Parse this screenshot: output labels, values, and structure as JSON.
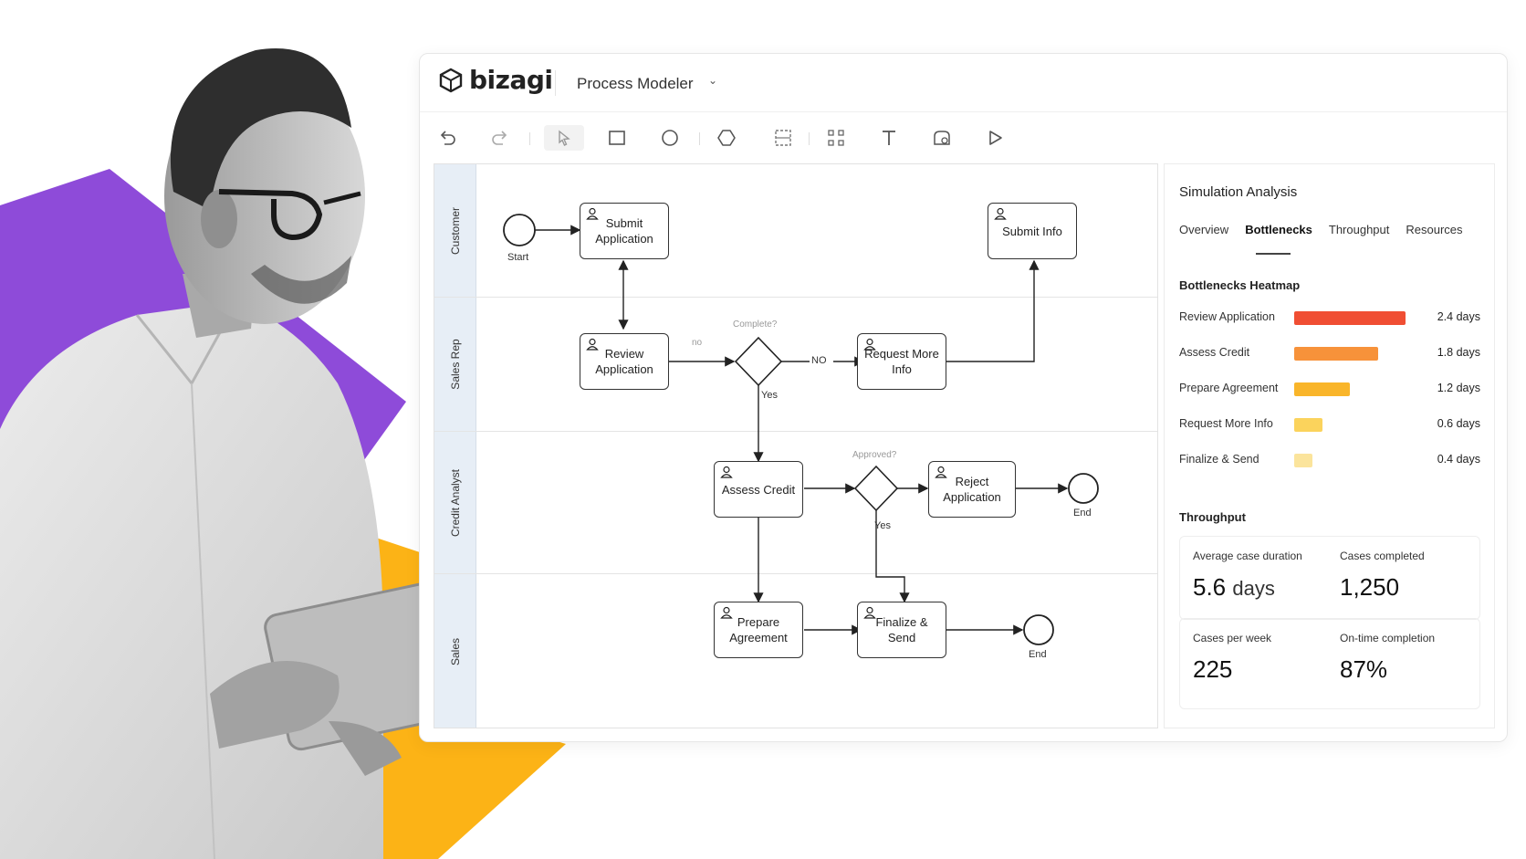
{
  "brand": {
    "name": "bizagi"
  },
  "header": {
    "title": "Process Modeler",
    "caret": "⌄"
  },
  "toolbar": {
    "tools": [
      "undo-icon",
      "redo-icon",
      "pointer-icon",
      "rectangle-icon",
      "circle-icon",
      "gateway-icon",
      "subprocess-icon",
      "connector-icon",
      "text-icon",
      "data-icon",
      "play-icon"
    ]
  },
  "lanes": [
    "Customer",
    "Sales Rep",
    "Credit Analyst",
    "Sales"
  ],
  "diagram": {
    "start_label": "Start",
    "tasks": {
      "submit_application": "Submit Application",
      "review_application": "Review Application",
      "request_more_info": "Request More Info",
      "submit_info": "Submit Info",
      "assess_credit": "Assess Credit",
      "reject_application": "Reject Application",
      "prepare_agreement": "Prepare Agreement",
      "finalize_send": "Finalize & Send"
    },
    "gateway1_label": "Complete?",
    "gateway2_label": "Approved?",
    "edge_no": "NO",
    "edge_no_faint": "no",
    "edge_yes1": "Yes",
    "edge_yes2": "Yes",
    "end1_label": "End",
    "end2_label": "End"
  },
  "panel": {
    "title": "Simulation Analysis",
    "tabs": [
      "Overview",
      "Bottlenecks",
      "Throughput",
      "Resources"
    ],
    "active_tab": "Bottlenecks",
    "heatmap_title": "Bottlenecks Heatmap",
    "heatmap": [
      {
        "name": "Review Application",
        "days": 2.4,
        "value_label": "2.4 days",
        "color": "#f04e33"
      },
      {
        "name": "Assess Credit",
        "days": 1.8,
        "value_label": "1.8 days",
        "color": "#f7923a"
      },
      {
        "name": "Prepare Agreement",
        "days": 1.2,
        "value_label": "1.2 days",
        "color": "#f9b52a"
      },
      {
        "name": "Request More Info",
        "days": 0.6,
        "value_label": "0.6 days",
        "color": "#fbd35c"
      },
      {
        "name": "Finalize & Send",
        "days": 0.4,
        "value_label": "0.4 days",
        "color": "#fbe49c"
      }
    ],
    "throughput_title": "Throughput",
    "stats": {
      "avg_duration_label": "Average case duration",
      "avg_duration_value": "5.6",
      "avg_duration_unit": "days",
      "cases_completed_label": "Cases completed",
      "cases_completed_value": "1,250",
      "cases_per_week_label": "Cases per week",
      "cases_per_week_value": "225",
      "on_time_label": "On-time completion",
      "on_time_value": "87%"
    }
  },
  "colors": {
    "purple": "#8e4bd9",
    "orange": "#fcb316",
    "lane_header": "#e7eef6"
  }
}
